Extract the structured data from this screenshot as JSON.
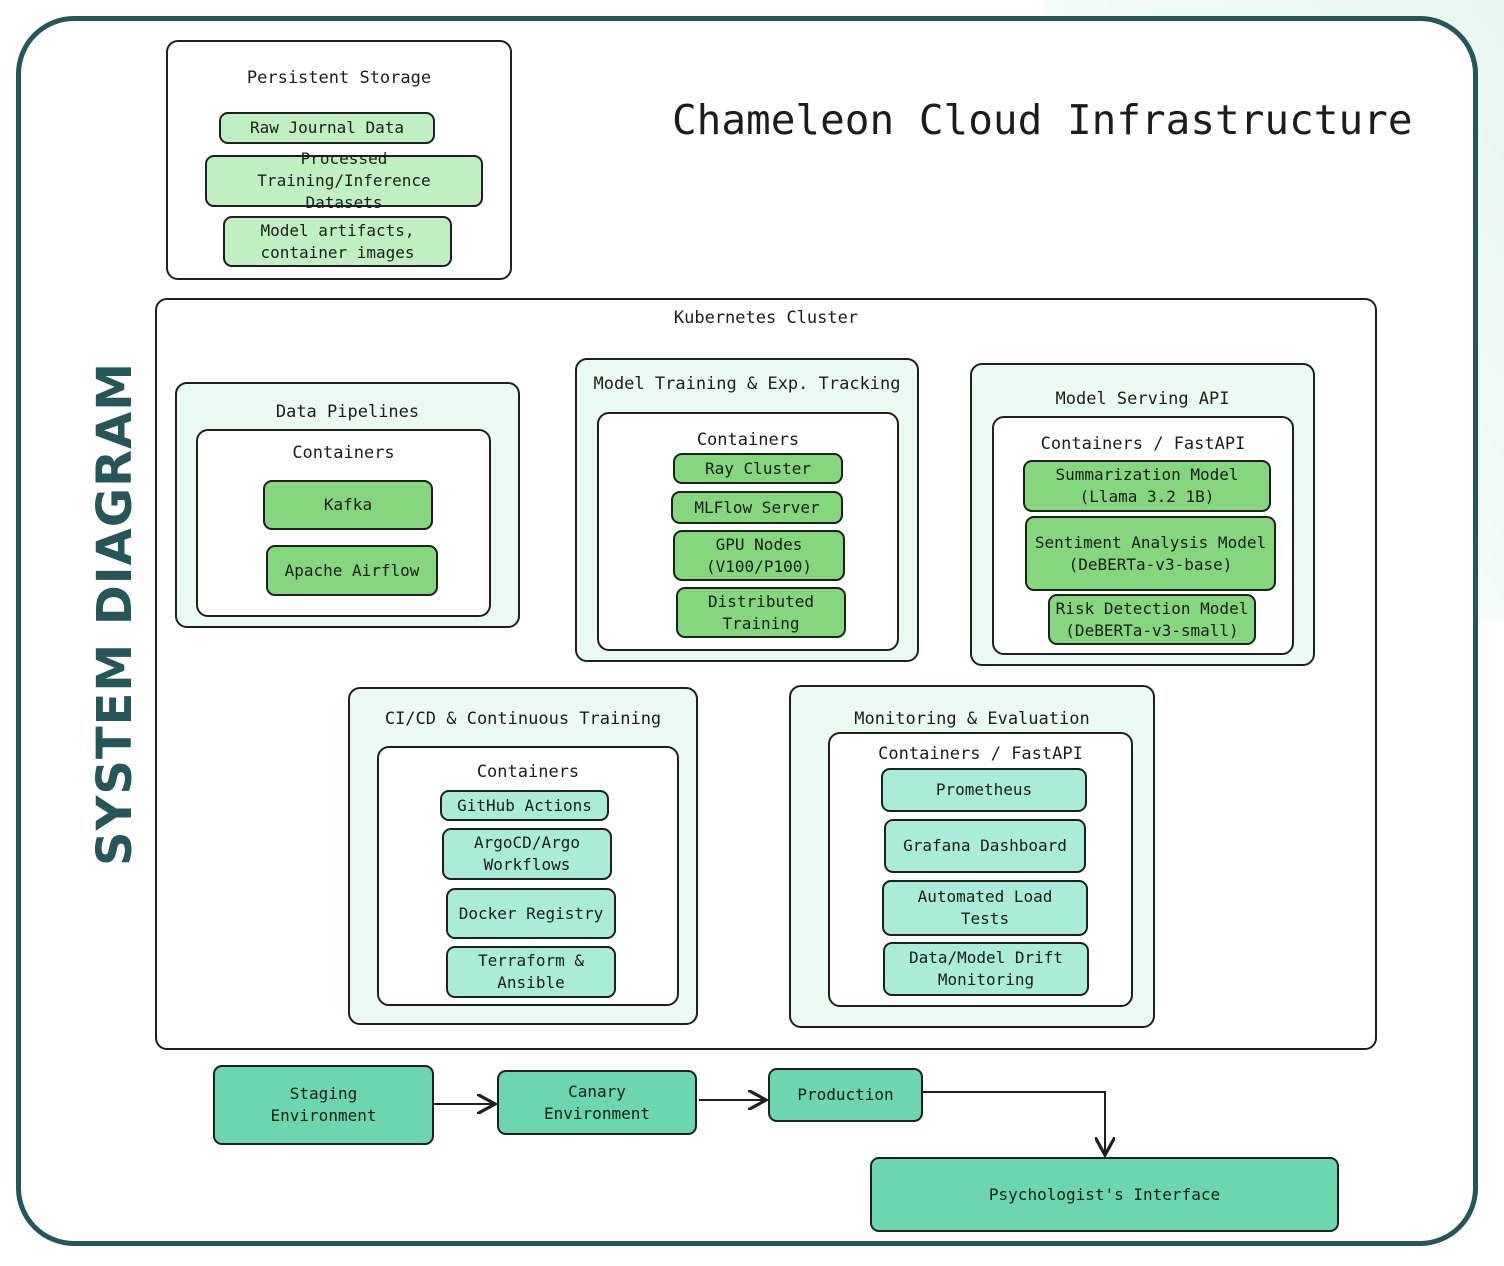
{
  "side_title": "SYSTEM DIAGRAM",
  "title": "Chameleon Cloud Infrastructure",
  "persistent_storage": {
    "label": "Persistent Storage",
    "items": [
      "Raw Journal Data",
      "Processed Training/Inference\nDatasets",
      "Model artifacts,\ncontainer images"
    ]
  },
  "kubernetes": {
    "label": "Kubernetes Cluster",
    "data_pipelines": {
      "label": "Data Pipelines",
      "containers_label": "Containers",
      "items": [
        "Kafka",
        "Apache Airflow"
      ]
    },
    "model_training": {
      "label": "Model Training & Exp. Tracking",
      "containers_label": "Containers",
      "items": [
        "Ray Cluster",
        "MLFlow Server",
        "GPU Nodes\n(V100/P100)",
        "Distributed\nTraining"
      ]
    },
    "model_serving": {
      "label": "Model Serving API",
      "containers_label": "Containers / FastAPI",
      "items": [
        "Summarization Model\n(Llama 3.2 1B)",
        "Sentiment Analysis Model\n(DeBERTa-v3-base)",
        "Risk Detection Model\n(DeBERTa-v3-small)"
      ]
    },
    "cicd": {
      "label": "CI/CD & Continuous Training",
      "containers_label": "Containers",
      "items": [
        "GitHub Actions",
        "ArgoCD/Argo\nWorkflows",
        "Docker Registry",
        "Terraform &\nAnsible"
      ]
    },
    "monitoring": {
      "label": "Monitoring & Evaluation",
      "containers_label": "Containers / FastAPI",
      "items": [
        "Prometheus",
        "Grafana Dashboard",
        "Automated Load\nTests",
        "Data/Model Drift\nMonitoring"
      ]
    }
  },
  "environments": {
    "staging": "Staging\nEnvironment",
    "canary": "Canary\nEnvironment",
    "production": "Production",
    "psychologist": "Psychologist's Interface"
  },
  "colors": {
    "frame": "#24565a",
    "storage_node": "#c0f0c1",
    "container_node": "#84d77c",
    "ops_node": "#a8ecd9",
    "env_node": "#6cd6ae",
    "panel": "#ebfaf0"
  }
}
